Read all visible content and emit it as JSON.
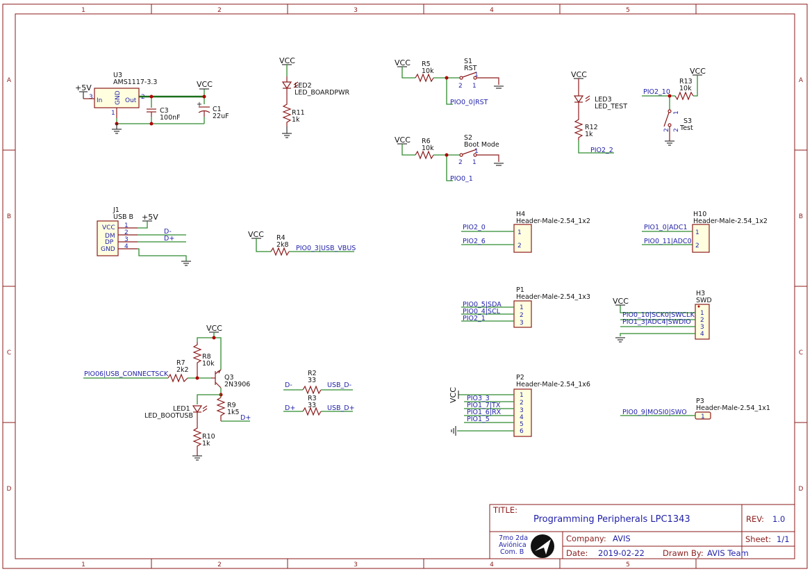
{
  "grid": {
    "columns": [
      "1",
      "2",
      "3",
      "4",
      "5"
    ],
    "rows": [
      "A",
      "B",
      "C",
      "D"
    ]
  },
  "power": {
    "vcc": "VCC",
    "plus5v": "+5V"
  },
  "u3": {
    "ref": "U3",
    "value": "AMS1117-3.3",
    "pin_in": "In",
    "pin_gnd": "GND",
    "pin_out": "Out",
    "n3": "3",
    "n2": "2",
    "n1": "1"
  },
  "c3": {
    "ref": "C3",
    "value": "100nF"
  },
  "c1": {
    "ref": "C1",
    "value": "22uF",
    "plus": "+"
  },
  "led2": {
    "ref": "LED2",
    "value": "LED_BOARDPWR"
  },
  "r11": {
    "ref": "R11",
    "value": "1k"
  },
  "r5": {
    "ref": "R5",
    "value": "10k"
  },
  "s1": {
    "ref": "S1",
    "value": "RST",
    "p1": "1",
    "p2": "2"
  },
  "net_pio0_0": "PIO0_0|RST",
  "r6": {
    "ref": "R6",
    "value": "10k"
  },
  "s2": {
    "ref": "S2",
    "value": "Boot Mode",
    "p1": "1",
    "p2": "2"
  },
  "net_pio0_1": "PIO0_1",
  "led3": {
    "ref": "LED3",
    "value": "LED_TEST"
  },
  "r12": {
    "ref": "R12",
    "value": "1k"
  },
  "net_pio2_2": "PIO2_2",
  "r13": {
    "ref": "R13",
    "value": "10k"
  },
  "net_pio2_10": "PIO2_10",
  "s3": {
    "ref": "S3",
    "value": "Test",
    "p1": "1",
    "p2": "2"
  },
  "j1": {
    "ref": "J1",
    "value": "USB B",
    "pins": [
      "VCC",
      "DM",
      "DP",
      "GND"
    ],
    "nums": [
      "1",
      "2",
      "3",
      "4"
    ]
  },
  "net_dminus": "D-",
  "net_dplus": "D+",
  "r4": {
    "ref": "R4",
    "value": "2k8"
  },
  "net_pio0_3": "PIO0_3|USB_VBUS",
  "h4": {
    "ref": "H4",
    "value": "Header-Male-2.54_1x2",
    "nets": [
      "PIO2_0",
      "PIO2_6"
    ],
    "nums": [
      "1",
      "2"
    ]
  },
  "h10": {
    "ref": "H10",
    "value": "Header-Male-2.54_1x2",
    "nets": [
      "PIO1_0|ADC1",
      "PIO0_11|ADC0"
    ],
    "nums": [
      "1",
      "2"
    ]
  },
  "p1": {
    "ref": "P1",
    "value": "Header-Male-2.54_1x3",
    "nets": [
      "PIO0_5|SDA",
      "PIO0_4|SCL",
      "PIO2_1"
    ],
    "nums": [
      "1",
      "2",
      "3"
    ]
  },
  "h3": {
    "ref": "H3",
    "value": "SWD",
    "nets": [
      "PIO0_10|SCK0|SWCLK",
      "PIO1_3|ADC4|SWDIO"
    ],
    "nums": [
      "1",
      "2",
      "3",
      "4"
    ]
  },
  "q3": {
    "ref": "Q3",
    "value": "2N3906"
  },
  "r8": {
    "ref": "R8",
    "value": "10k"
  },
  "r7": {
    "ref": "R7",
    "value": "2k2"
  },
  "net_pio06": "PIO06|USB_CONNECTSCK",
  "r9": {
    "ref": "R9",
    "value": "1k5"
  },
  "led1": {
    "ref": "LED1",
    "value": "LED_BOOTUSB"
  },
  "r10": {
    "ref": "R10",
    "value": "1k"
  },
  "r2": {
    "ref": "R2",
    "value": "33"
  },
  "r3": {
    "ref": "R3",
    "value": "33"
  },
  "net_usb_dminus": "USB_D-",
  "net_usb_dplus": "USB_D+",
  "p2": {
    "ref": "P2",
    "value": "Header-Male-2.54_1x6",
    "nets": [
      "PIO3_3",
      "PIO1_7|TX",
      "PIO1_6|RX",
      "PIO1_5"
    ],
    "nums": [
      "1",
      "2",
      "3",
      "4",
      "5",
      "6"
    ]
  },
  "p3": {
    "ref": "P3",
    "value": "Header-Male-2.54_1x1",
    "net": "PIO0_9|MOSI0|SWO",
    "num": "1"
  },
  "titleblock": {
    "title_label": "TITLE:",
    "title": "Programming Peripherals LPC1343",
    "rev_label": "REV:",
    "rev": "1.0",
    "org_line1": "7mo 2da",
    "org_line2": "Aviónica",
    "org_line3": "Com. B",
    "company_label": "Company:",
    "company": "AVIS",
    "sheet_label": "Sheet:",
    "sheet": "1/1",
    "date_label": "Date:",
    "date": "2019-02-22",
    "drawn_label": "Drawn By:",
    "drawn": "AVIS Team"
  }
}
